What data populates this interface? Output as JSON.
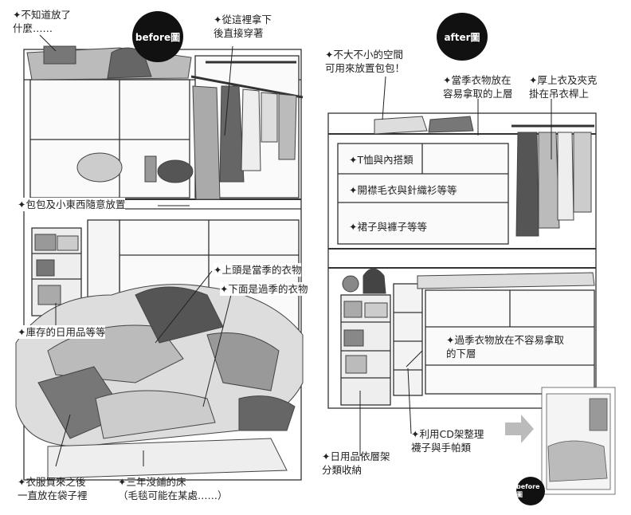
{
  "before": {
    "badge": "before圖",
    "labels": {
      "no_idea": [
        "✦不知道放了",
        "什麼……"
      ],
      "pull_from_here": [
        "✦從這裡拿下",
        "後直接穿著"
      ],
      "bags_random": [
        "✦包包及小東西隨意放置"
      ],
      "stock_items": [
        "✦庫存的日用品等等"
      ],
      "top_in_season": [
        "✦上頭是當季的衣物"
      ],
      "bottom_off_season": [
        "✦下面是過季的衣物"
      ],
      "clothes_in_bags": [
        "✦衣服買來之後",
        "一直放在袋子裡"
      ],
      "bed_three_years": [
        "✦三年沒鋪的床",
        "（毛毯可能在某處……）"
      ]
    }
  },
  "after": {
    "badge": "after圖",
    "labels": {
      "bag_space": [
        "✦不大不小的空間",
        "可用來放置包包！"
      ],
      "in_season_upper": [
        "✦當季衣物放在",
        "容易拿取的上層"
      ],
      "thick_tops_rod": [
        "✦厚上衣及夾克",
        "掛在吊衣桿上"
      ],
      "tshirts": [
        "✦T恤與內搭類"
      ],
      "cardigans": [
        "✦開襟毛衣與針織衫等等"
      ],
      "skirts_pants": [
        "✦裙子與褲子等等"
      ],
      "off_season_lower": [
        "✦過季衣物放在不容易拿取",
        "的下層"
      ],
      "cd_rack": [
        "✦利用CD架整理",
        "襪子與手帕類"
      ],
      "daily_layered": [
        "✦日用品依層架",
        "分類收納"
      ]
    },
    "thumbnail_badge": "before圖"
  }
}
